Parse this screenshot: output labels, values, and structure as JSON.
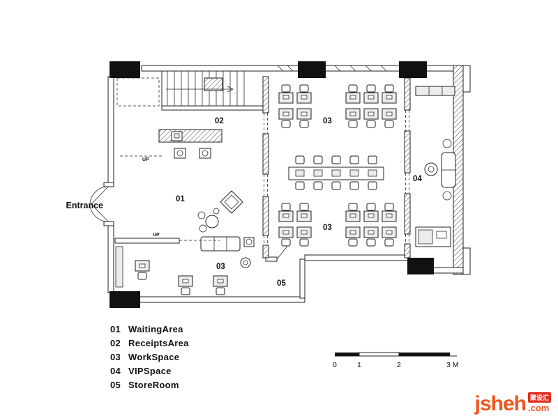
{
  "plan": {
    "entrance_label": "Entrance",
    "up_label": "UP",
    "labels": {
      "waiting": "01",
      "receipts": "02",
      "workspace": "03",
      "vip": "04",
      "storeroom": "05"
    }
  },
  "legend": {
    "items": [
      {
        "id": "01",
        "name": "WaitingArea"
      },
      {
        "id": "02",
        "name": "ReceiptsArea"
      },
      {
        "id": "03",
        "name": "WorkSpace"
      },
      {
        "id": "04",
        "name": "VIPSpace"
      },
      {
        "id": "05",
        "name": "StoreRoom"
      }
    ]
  },
  "scale_bar": {
    "labels": [
      "0",
      "1",
      "2",
      "3 M"
    ]
  },
  "logo": {
    "name": "jsheh",
    "suffix": ".com",
    "badge": "聚设汇"
  },
  "colors": {
    "line": "#1f1f1f",
    "logo_orange": "#f3541f",
    "badge_red": "#e02f1f"
  }
}
